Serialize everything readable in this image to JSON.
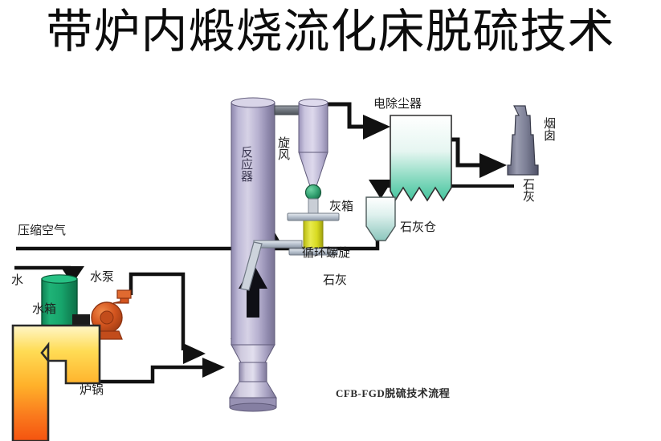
{
  "title": "带炉内煅烧流化床脱硫技术",
  "diagram": {
    "caption": "CFB-FGD脱硫技术流程",
    "labels": {
      "compressed_air": "压缩空气",
      "water": "水",
      "water_pump": "水泵",
      "water_tank": "水箱",
      "boiler": "锅\n炉",
      "reactor": "反应器",
      "cyclone": "旋风",
      "ash_box": "灰箱",
      "circulating_screw": "循环螺旋",
      "lime_bottom": "石灰",
      "esp": "电除尘器",
      "chimney": "烟囱",
      "lime_silo": "石灰仓",
      "lime_right": "石灰"
    },
    "colors": {
      "line": "#111111",
      "reactor": "#a9a3c4",
      "cyclone": "#b3aed0",
      "water_tank": "#1aa86e",
      "pump": "#d4551f",
      "boiler_hot": "#f4601a",
      "boiler_warm": "#ffd24a",
      "esp": "#4ec9a5",
      "ash_box": "#d7d718",
      "chimney": "#6d6f86",
      "valve": "#2f9e6e",
      "lime_silo": "#79c9bd"
    }
  }
}
